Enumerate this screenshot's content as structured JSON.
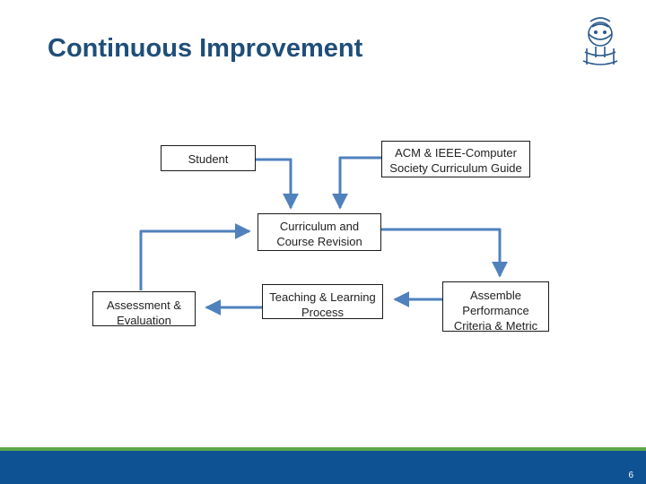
{
  "slide": {
    "title": "Continuous Improvement",
    "page_number": "6"
  },
  "diagram": {
    "nodes": {
      "student": {
        "lines": [
          "Student"
        ]
      },
      "acm": {
        "lines": [
          "ACM & IEEE-Computer",
          "Society Curriculum Guide"
        ]
      },
      "curriculum": {
        "lines": [
          "Curriculum and",
          "Course Revision"
        ]
      },
      "assessment": {
        "lines": [
          "Assessment &",
          "Evaluation"
        ]
      },
      "teaching": {
        "lines": [
          "Teaching & Learning",
          "Process"
        ]
      },
      "assemble": {
        "lines": [
          "Assemble",
          "Performance",
          "Criteria & Metric"
        ]
      }
    },
    "edges": [
      {
        "from": "student",
        "to": "curriculum"
      },
      {
        "from": "acm",
        "to": "curriculum"
      },
      {
        "from": "curriculum",
        "to": "assemble"
      },
      {
        "from": "assemble",
        "to": "teaching"
      },
      {
        "from": "teaching",
        "to": "assessment"
      },
      {
        "from": "assessment",
        "to": "curriculum"
      }
    ]
  },
  "colors": {
    "title": "#1f4e79",
    "arrow": "#4f81bd",
    "footer_bar": "#0e5294",
    "footer_accent": "#5ea64c"
  },
  "icons": {
    "logo": "university-crest-icon"
  }
}
